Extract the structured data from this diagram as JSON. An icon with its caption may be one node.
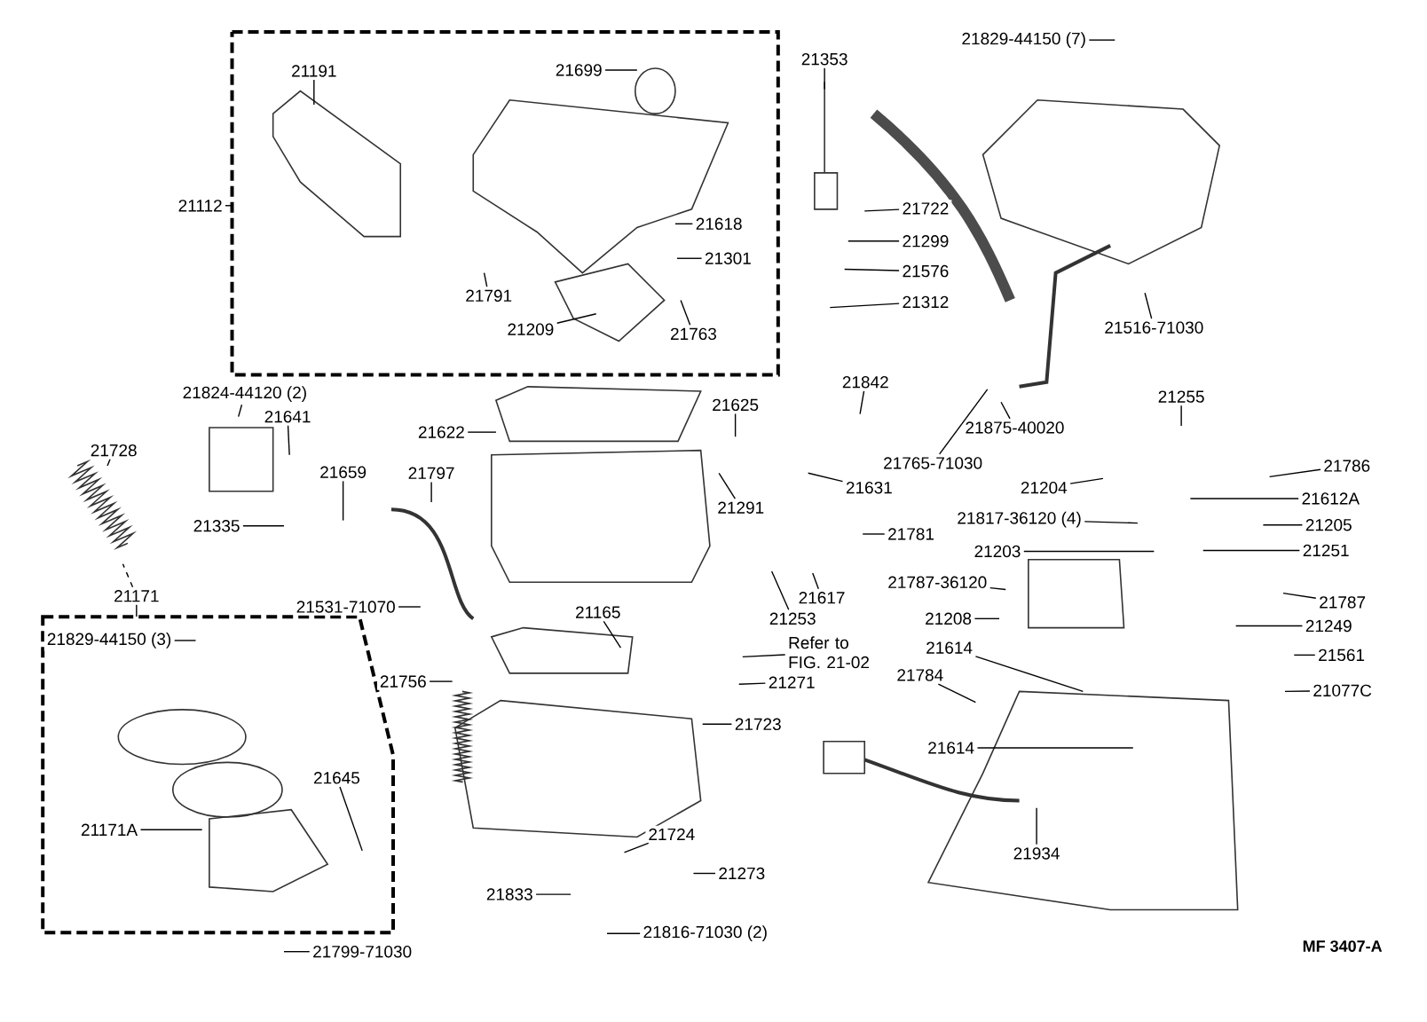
{
  "diagram": {
    "nodes": [
      {
        "text": [],
        "shape": "box"
      },
      {
        "text": [
          "21191"
        ],
        "in": 0
      },
      {
        "text": [
          "21699"
        ],
        "in": 0
      },
      {
        "text": [
          "21112"
        ]
      },
      {
        "text": [
          "21353"
        ]
      },
      {
        "text": [
          "21829-44150 (7)"
        ]
      },
      {
        "text": [
          "21618"
        ],
        "in": 0
      },
      {
        "text": [
          "21722"
        ]
      },
      {
        "text": [
          "21299"
        ]
      },
      {
        "text": [
          "21301"
        ],
        "in": 0
      },
      {
        "text": [
          "21576"
        ]
      },
      {
        "text": [
          "21791"
        ],
        "in": 0
      },
      {
        "text": [
          "21312"
        ]
      },
      {
        "text": [
          "21209"
        ],
        "in": 0
      },
      {
        "text": [
          "21763"
        ],
        "in": 0
      },
      {
        "text": [
          "21516-71030"
        ]
      },
      {
        "text": [
          "21842"
        ]
      },
      {
        "text": [
          "21824-44120 (2)"
        ]
      },
      {
        "text": [
          "21255"
        ]
      },
      {
        "text": [
          "21625"
        ]
      },
      {
        "text": [
          "21641"
        ]
      },
      {
        "text": [
          "21622"
        ]
      },
      {
        "text": [
          "21875-40020"
        ]
      },
      {
        "text": [
          "21728"
        ]
      },
      {
        "text": [
          "21765-71030"
        ]
      },
      {
        "text": [
          "21786"
        ]
      },
      {
        "text": [
          "21659"
        ]
      },
      {
        "text": [
          "21797"
        ]
      },
      {
        "text": [
          "21204"
        ]
      },
      {
        "text": [
          "21631"
        ]
      },
      {
        "text": [
          "21612A"
        ]
      },
      {
        "text": [
          "21291"
        ]
      },
      {
        "text": [
          "21817-36120 (4)"
        ]
      },
      {
        "text": [
          "21335"
        ]
      },
      {
        "text": [
          "21205"
        ]
      },
      {
        "text": [
          "21781"
        ]
      },
      {
        "text": [
          "21251"
        ]
      },
      {
        "text": [
          "21203"
        ]
      },
      {
        "text": [
          "21787-36120"
        ]
      },
      {
        "text": [
          "21171"
        ]
      },
      {
        "text": [],
        "shape": "box"
      },
      {
        "text": [
          "21829-44150 (3)"
        ],
        "in": 40
      },
      {
        "text": [
          "21531-71070"
        ]
      },
      {
        "text": [
          "21787"
        ]
      },
      {
        "text": [
          "21165"
        ]
      },
      {
        "text": [
          "21253"
        ]
      },
      {
        "text": [
          "21617"
        ]
      },
      {
        "text": [
          "21208"
        ]
      },
      {
        "text": [
          "21249"
        ]
      },
      {
        "text": [
          "21614"
        ]
      },
      {
        "text": [
          "Refer to FIG. 21-02"
        ]
      },
      {
        "text": [
          "21561"
        ]
      },
      {
        "text": [
          "21784"
        ]
      },
      {
        "text": [
          "21756"
        ]
      },
      {
        "text": [
          "21271"
        ]
      },
      {
        "text": [
          "21077C"
        ]
      },
      {
        "text": [
          "21723"
        ]
      },
      {
        "text": [
          "21614"
        ]
      },
      {
        "text": [
          "21645"
        ],
        "in": 40
      },
      {
        "text": [
          "21171A"
        ],
        "in": 40
      },
      {
        "text": [
          "21724"
        ]
      },
      {
        "text": [
          "21934"
        ]
      },
      {
        "text": [
          "21273"
        ]
      },
      {
        "text": [
          "21833"
        ]
      },
      {
        "text": [
          "21816-71030 (2)"
        ]
      },
      {
        "text": [
          "21799-71030"
        ]
      }
    ],
    "edges": [
      {
        "from": 1,
        "to": null,
        "arrow": "none"
      },
      {
        "from": 2,
        "to": null,
        "arrow": "none"
      },
      {
        "from": 3,
        "to": 0,
        "arrow": "none"
      },
      {
        "from": 4,
        "to": null,
        "arrow": "none"
      },
      {
        "from": 5,
        "to": null,
        "arrow": "none"
      },
      {
        "from": 6,
        "to": null,
        "arrow": "none"
      },
      {
        "from": 7,
        "to": null,
        "arrow": "none"
      },
      {
        "from": 8,
        "to": null,
        "arrow": "none"
      },
      {
        "from": 9,
        "to": null,
        "arrow": "none"
      },
      {
        "from": 10,
        "to": null,
        "arrow": "none"
      },
      {
        "from": 11,
        "to": null,
        "arrow": "none"
      },
      {
        "from": 12,
        "to": null,
        "arrow": "none"
      },
      {
        "from": 13,
        "to": null,
        "arrow": "none"
      },
      {
        "from": 14,
        "to": null,
        "arrow": "none"
      },
      {
        "from": 15,
        "to": null,
        "arrow": "none"
      },
      {
        "from": 16,
        "to": null,
        "arrow": "none"
      },
      {
        "from": 17,
        "to": null,
        "arrow": "none"
      },
      {
        "from": 18,
        "to": null,
        "arrow": "none"
      },
      {
        "from": 19,
        "to": null,
        "arrow": "none"
      },
      {
        "from": 20,
        "to": null,
        "arrow": "none"
      },
      {
        "from": 21,
        "to": null,
        "arrow": "none"
      },
      {
        "from": 22,
        "to": null,
        "arrow": "none"
      },
      {
        "from": 23,
        "to": null,
        "arrow": "none"
      },
      {
        "from": 24,
        "to": null,
        "arrow": "none"
      },
      {
        "from": 25,
        "to": null,
        "arrow": "none"
      },
      {
        "from": 26,
        "to": null,
        "arrow": "none"
      },
      {
        "from": 27,
        "to": null,
        "arrow": "none"
      },
      {
        "from": 28,
        "to": null,
        "arrow": "none"
      },
      {
        "from": 29,
        "to": null,
        "arrow": "none"
      },
      {
        "from": 30,
        "to": null,
        "arrow": "none"
      },
      {
        "from": 31,
        "to": null,
        "arrow": "none"
      },
      {
        "from": 32,
        "to": null,
        "arrow": "none"
      },
      {
        "from": 33,
        "to": null,
        "arrow": "none"
      },
      {
        "from": 34,
        "to": null,
        "arrow": "none"
      },
      {
        "from": 35,
        "to": null,
        "arrow": "none"
      },
      {
        "from": 36,
        "to": null,
        "arrow": "none"
      },
      {
        "from": 37,
        "to": null,
        "arrow": "none"
      },
      {
        "from": 38,
        "to": null,
        "arrow": "none"
      },
      {
        "from": 39,
        "to": 40,
        "arrow": "none"
      },
      {
        "from": 39,
        "to": null,
        "arrow": "none",
        "style": "dashed"
      },
      {
        "from": 41,
        "to": null,
        "arrow": "none"
      },
      {
        "from": 42,
        "to": null,
        "arrow": "none"
      },
      {
        "from": 43,
        "to": null,
        "arrow": "none"
      },
      {
        "from": 44,
        "to": null,
        "arrow": "none"
      },
      {
        "from": 45,
        "to": null,
        "arrow": "none"
      },
      {
        "from": 46,
        "to": null,
        "arrow": "none"
      },
      {
        "from": 47,
        "to": null,
        "arrow": "none"
      },
      {
        "from": 48,
        "to": null,
        "arrow": "none"
      },
      {
        "from": 49,
        "to": null,
        "arrow": "none"
      },
      {
        "from": 50,
        "to": null,
        "arrow": "none"
      },
      {
        "from": 51,
        "to": null,
        "arrow": "none"
      },
      {
        "from": 52,
        "to": null,
        "arrow": "none"
      },
      {
        "from": 53,
        "to": null,
        "arrow": "none"
      },
      {
        "from": 54,
        "to": null,
        "arrow": "none"
      },
      {
        "from": 55,
        "to": null,
        "arrow": "none"
      },
      {
        "from": 56,
        "to": null,
        "arrow": "none"
      },
      {
        "from": 57,
        "to": null,
        "arrow": "none"
      },
      {
        "from": 58,
        "to": null,
        "arrow": "none"
      },
      {
        "from": 59,
        "to": null,
        "arrow": "none"
      },
      {
        "from": 60,
        "to": null,
        "arrow": "none"
      },
      {
        "from": 61,
        "to": null,
        "arrow": "none"
      },
      {
        "from": 62,
        "to": null,
        "arrow": "none"
      },
      {
        "from": 63,
        "to": null,
        "arrow": "none"
      },
      {
        "from": 64,
        "to": null,
        "arrow": "none"
      },
      {
        "from": 65,
        "to": null,
        "arrow": "none"
      }
    ],
    "labels": [
      "MF 3407-A"
    ]
  }
}
